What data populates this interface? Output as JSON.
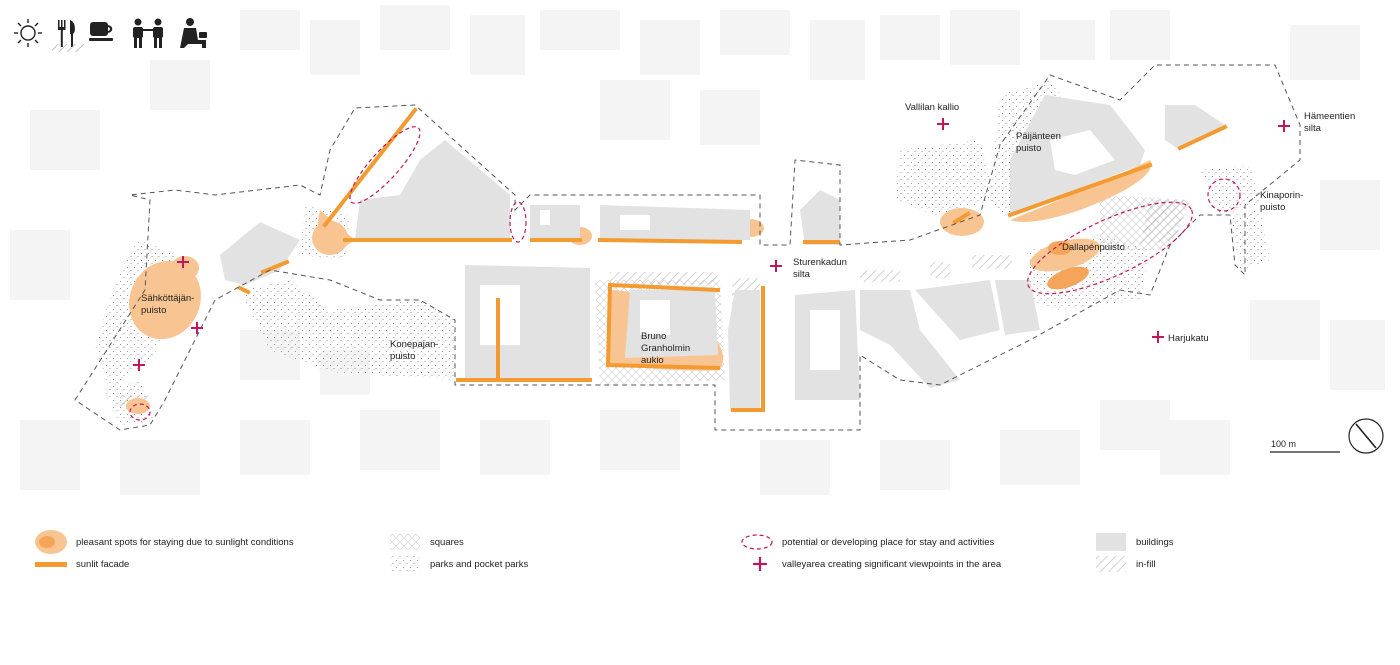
{
  "activity_icons": [
    {
      "name": "sun-icon"
    },
    {
      "name": "restaurant-icon"
    },
    {
      "name": "coffee-icon"
    },
    {
      "name": "people-icon"
    },
    {
      "name": "person-seated-icon"
    }
  ],
  "place_labels": {
    "sahkottajan_puisto": [
      "Sähköttäjän-",
      "puisto"
    ],
    "konepajan_puisto": [
      "Konepajan-",
      "puisto"
    ],
    "bruno_granholmin_aukio": [
      "Bruno",
      "Granholmin",
      "aukio"
    ],
    "sturenkadun_silta": [
      "Sturenkadun",
      "silta"
    ],
    "vallilan_kallio": [
      "Vallilan kallio"
    ],
    "paijanteen_puisto": [
      "Päijänteen",
      "puisto"
    ],
    "dallapenpuisto": [
      "Dallapénpuisto"
    ],
    "hameentien_silta": [
      "Hämeentien",
      "silta"
    ],
    "kinaporin_puisto": [
      "Kinaporin-",
      "puisto"
    ],
    "harjukatu": [
      "Harjukatu"
    ]
  },
  "scale_bar": {
    "label": "100 m"
  },
  "legend": {
    "sunlit_spots": "pleasant spots for staying due to sunlight conditions",
    "sunlit_facade": "sunlit facade",
    "squares": "squares",
    "parks": "parks and pocket parks",
    "potential_places": "potential or developing place for stay and activities",
    "viewpoints": "valleyarea creating significant viewpoints in the area",
    "buildings": "buildings",
    "infill": "in-fill"
  },
  "colors": {
    "orange_light": "#f8c592",
    "orange_mid": "#f4a55a",
    "orange_strong": "#f39a30",
    "magenta": "#c2185b",
    "building_grey": "#e2e2e2",
    "background_building": "#f4f4f4"
  }
}
